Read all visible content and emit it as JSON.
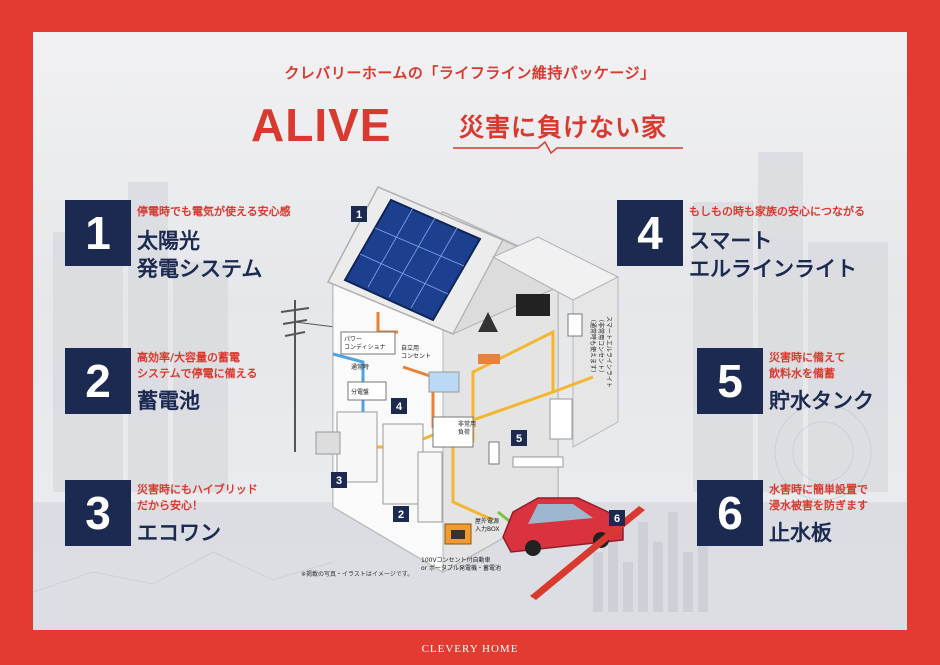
{
  "header": {
    "subtitle": "クレバリーホームの「ライフライン維持パッケージ」",
    "brand_word": "ALIVE",
    "tagline": "災害に負けない家"
  },
  "features": [
    {
      "number": "1",
      "caption_lines": [
        "停電時でも電気が使える安心感"
      ],
      "title_lines": [
        "太陽光",
        "発電システム"
      ]
    },
    {
      "number": "2",
      "caption_lines": [
        "高効率/大容量の蓄電",
        "システムで停電に備える"
      ],
      "title_lines": [
        "蓄電池"
      ]
    },
    {
      "number": "3",
      "caption_lines": [
        "災害時にもハイブリッド",
        "だから安心！"
      ],
      "title_lines": [
        "エコワン"
      ]
    },
    {
      "number": "4",
      "caption_lines": [
        "もしもの時も家族の安心につながる"
      ],
      "title_lines": [
        "スマート",
        "エルラインライト"
      ]
    },
    {
      "number": "5",
      "caption_lines": [
        "災害時に備えて",
        "飲料水を備蓄"
      ],
      "title_lines": [
        "貯水タンク"
      ]
    },
    {
      "number": "6",
      "caption_lines": [
        "水害時に簡単設置で",
        "浸水被害を防ぎます"
      ],
      "title_lines": [
        "止水板"
      ]
    }
  ],
  "diagram": {
    "labels": {
      "power_conditioner_1": "パワー",
      "power_conditioner_2": "コンディショナ",
      "self_outlet_1": "自立用",
      "self_outlet_2": "コンセント",
      "normal_time": "通常時",
      "distribution_board": "分電盤",
      "emergency_load_1": "非常用",
      "emergency_load_2": "負荷",
      "outdoor_box_1": "屋外電源",
      "outdoor_box_2": "入力BOX",
      "source_1": "100Vコンセント付自動車",
      "source_2": "or ポータブル発電機・蓄電池",
      "smart_light_1": "スマートエルラインライト",
      "smart_light_2": "（非常用コンセント）",
      "smart_light_3": "（通常時も使えます）"
    },
    "markers": [
      "1",
      "2",
      "3",
      "4",
      "5",
      "6"
    ]
  },
  "note": "※掲載の写真・イラストはイメージです。",
  "footer": "CLEVERY HOME",
  "colors": {
    "frame_red": "#e33b31",
    "navy": "#1c2a52",
    "accent_red": "#d93a2f",
    "line_yellow": "#f2b632",
    "line_blue": "#4fa3e0",
    "line_orange": "#e8823a",
    "line_green": "#7cc242"
  }
}
